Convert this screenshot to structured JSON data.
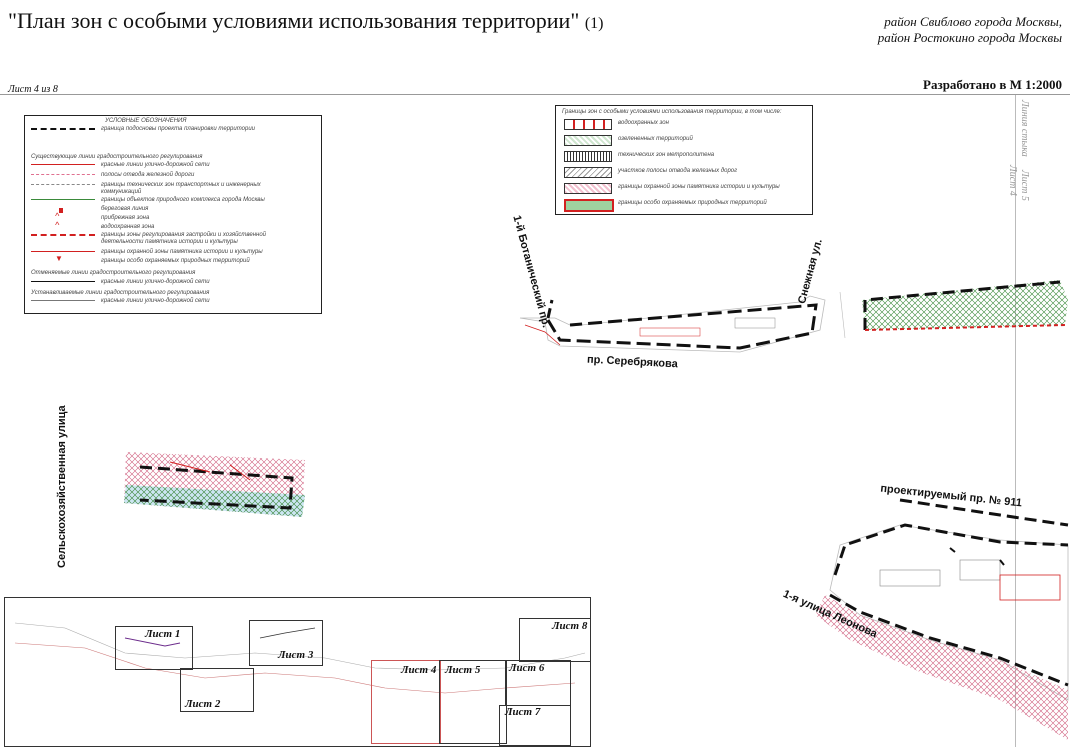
{
  "header": {
    "title": "\"План зон с особыми условиями использования территории\"",
    "title_number": "(1)",
    "region_line1": "район Свиблово города Москвы,",
    "region_line2": "район Ростокино города Москвы",
    "sheet": "Лист 4 из 8",
    "scale": "Разработано в М 1:2000"
  },
  "legend": {
    "title": "УСЛОВНЫЕ ОБОЗНАЧЕНИЯ",
    "items": [
      "граница подосновы проекта планировки территории",
      "Существующие линии градостроительного регулирования",
      "красные линии улично-дорожной сети",
      "полосы отвода железной дороги",
      "границы технических зон транспортных и инженерных",
      "коммуникаций",
      "границы объектов природного комплекса города Москвы",
      "береговая линия",
      "прибрежная зона",
      "водоохранная зона",
      "границы зоны регулирования застройки и хозяйственной",
      "деятельности памятника истории и культуры",
      "границы охранной зоны памятника истории и культуры",
      "границы особо охраняемых природных территорий",
      "Отменяемые линии градостроительного регулирования",
      "красные линии улично-дорожной сети",
      "Устанавливаемые линии градостроительного регулирования",
      "красные линии улично-дорожной сети"
    ]
  },
  "legend2": {
    "title": "Границы зон с особыми условиями использования территории, в том числе:",
    "items": [
      "водоохранных зон",
      "озелененных территорий",
      "технических зон метрополитена",
      "участков полосы отвода железных дорог",
      "границы охранной зоны памятника истории и культуры",
      "границы особо охраняемых природных территорий"
    ]
  },
  "streets": {
    "botanichesky": "1-й Ботанический пр.",
    "snezhnaya": "Снежная ул.",
    "serebryakova": "пр. Серебрякова",
    "selskokhoz": "Сельскохозяйственная улица",
    "proekt911": "проектируемый пр. № 911",
    "leonova": "1-я улица Леонова"
  },
  "edge": {
    "line1": "Линия стыка",
    "line2": "Лист 5",
    "line3": "Лист 4"
  },
  "overview": {
    "sheets": [
      "Лист 1",
      "Лист 2",
      "Лист 3",
      "Лист 4",
      "Лист 5",
      "Лист 6",
      "Лист 7",
      "Лист 8"
    ]
  },
  "colors": {
    "boundary": "#1a1a1a",
    "red_line": "#d22020",
    "green_hatch": "#3a8a3a",
    "pink": "#e07090",
    "water": "#7ab8d8"
  }
}
